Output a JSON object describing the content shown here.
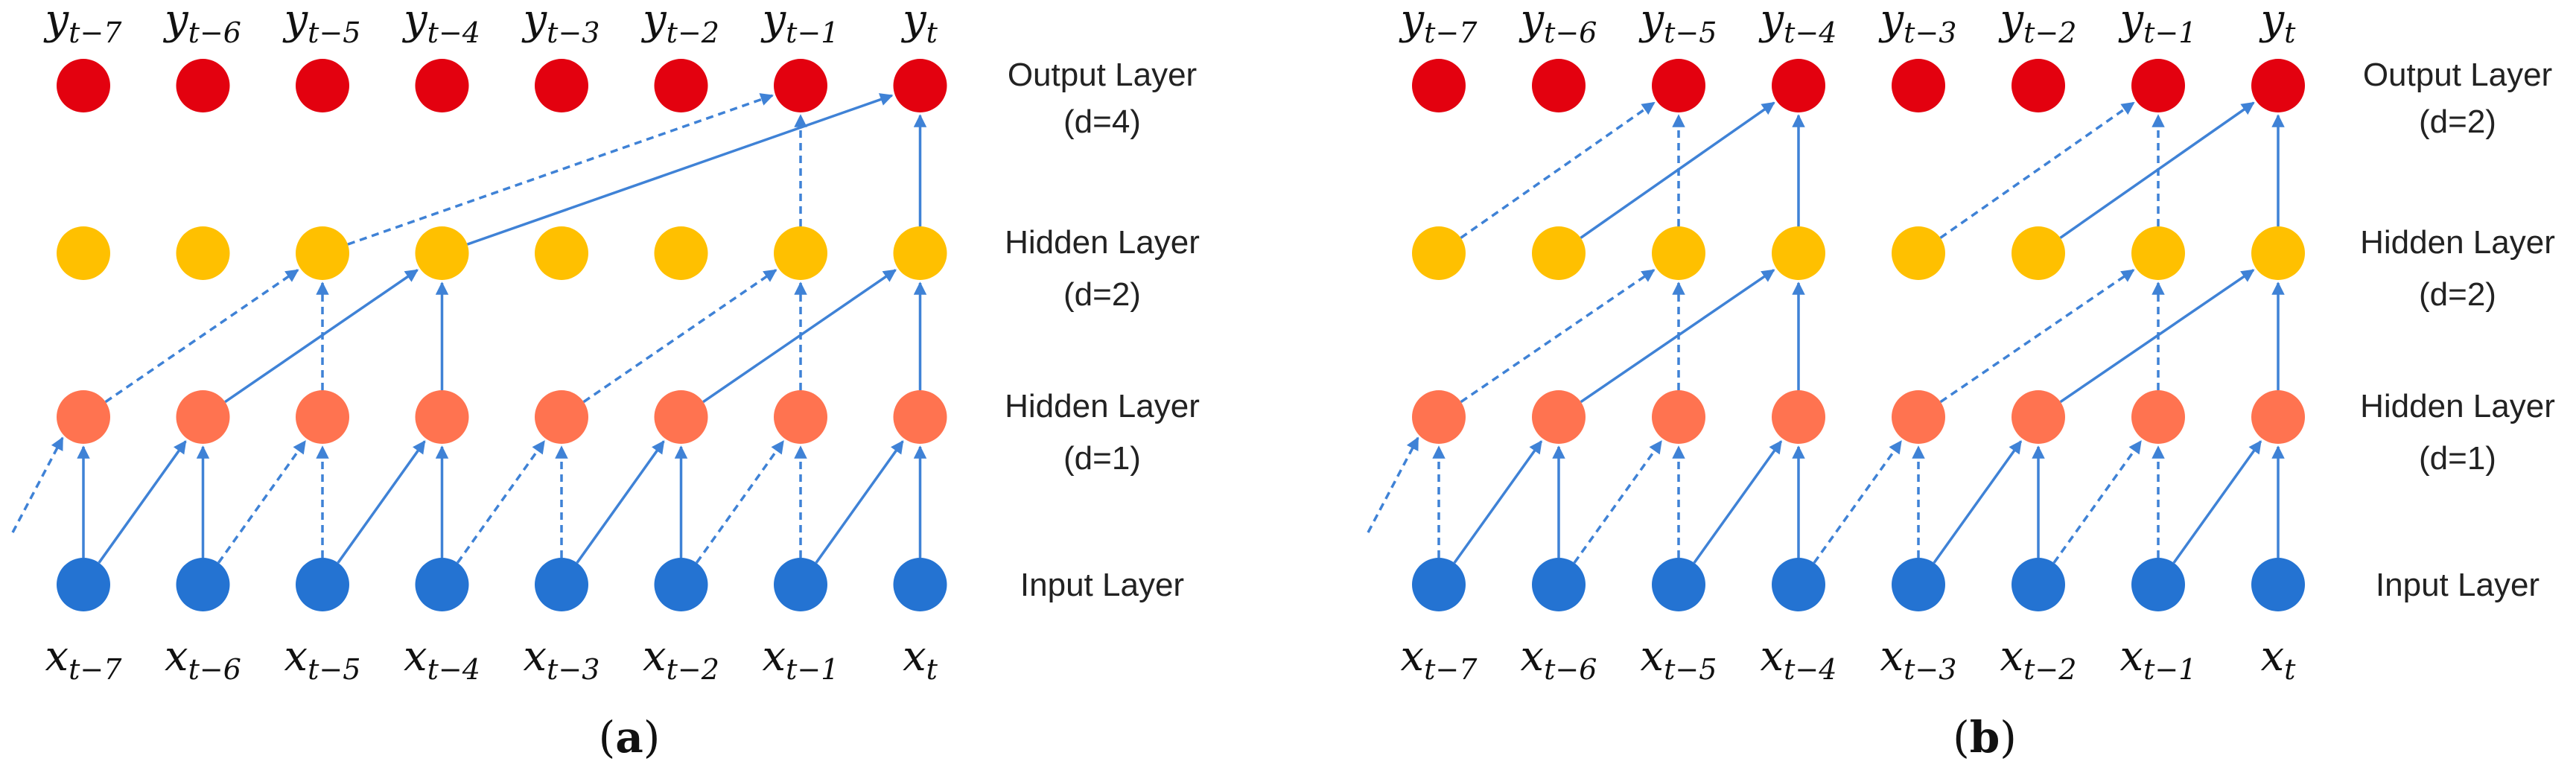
{
  "colors": {
    "output": "#e3010f",
    "hidden2": "#ffc000",
    "hidden1": "#ff7350",
    "input": "#2473d2",
    "edge": "#3f82d6"
  },
  "panels": [
    {
      "label_open": "(",
      "label_letter": "a",
      "label_close": ")",
      "output_labels": [
        {
          "base": "y",
          "sub": "t−7"
        },
        {
          "base": "y",
          "sub": "t−6"
        },
        {
          "base": "y",
          "sub": "t−5"
        },
        {
          "base": "y",
          "sub": "t−4"
        },
        {
          "base": "y",
          "sub": "t−3"
        },
        {
          "base": "y",
          "sub": "t−2"
        },
        {
          "base": "y",
          "sub": "t−1"
        },
        {
          "base": "y",
          "sub": "t"
        }
      ],
      "input_labels": [
        {
          "base": "x",
          "sub": "t−7"
        },
        {
          "base": "x",
          "sub": "t−6"
        },
        {
          "base": "x",
          "sub": "t−5"
        },
        {
          "base": "x",
          "sub": "t−4"
        },
        {
          "base": "x",
          "sub": "t−3"
        },
        {
          "base": "x",
          "sub": "t−2"
        },
        {
          "base": "x",
          "sub": "t−1"
        },
        {
          "base": "x",
          "sub": "t"
        }
      ],
      "layers": [
        {
          "name": "Output Layer",
          "dilation": "(d=4)"
        },
        {
          "name": "Hidden Layer",
          "dilation": "(d=2)"
        },
        {
          "name": "Hidden Layer",
          "dilation": "(d=1)"
        },
        {
          "name": "Input Layer",
          "dilation": ""
        }
      ],
      "edges": [
        {
          "from_layer": 0,
          "from": 0,
          "to_layer": 1,
          "to": 0,
          "style": "solid"
        },
        {
          "from_layer": 0,
          "from": 0,
          "to_layer": 1,
          "to": 1,
          "style": "solid"
        },
        {
          "from_layer": 0,
          "from": 1,
          "to_layer": 1,
          "to": 1,
          "style": "solid"
        },
        {
          "from_layer": 0,
          "from": 1,
          "to_layer": 1,
          "to": 2,
          "style": "dashed"
        },
        {
          "from_layer": 0,
          "from": 2,
          "to_layer": 1,
          "to": 2,
          "style": "dashed"
        },
        {
          "from_layer": 0,
          "from": 2,
          "to_layer": 1,
          "to": 3,
          "style": "solid"
        },
        {
          "from_layer": 0,
          "from": 3,
          "to_layer": 1,
          "to": 3,
          "style": "solid"
        },
        {
          "from_layer": 0,
          "from": 3,
          "to_layer": 1,
          "to": 4,
          "style": "dashed"
        },
        {
          "from_layer": 0,
          "from": 4,
          "to_layer": 1,
          "to": 4,
          "style": "dashed"
        },
        {
          "from_layer": 0,
          "from": 4,
          "to_layer": 1,
          "to": 5,
          "style": "solid"
        },
        {
          "from_layer": 0,
          "from": 5,
          "to_layer": 1,
          "to": 5,
          "style": "solid"
        },
        {
          "from_layer": 0,
          "from": 5,
          "to_layer": 1,
          "to": 6,
          "style": "dashed"
        },
        {
          "from_layer": 0,
          "from": 6,
          "to_layer": 1,
          "to": 6,
          "style": "dashed"
        },
        {
          "from_layer": 0,
          "from": 6,
          "to_layer": 1,
          "to": 7,
          "style": "solid"
        },
        {
          "from_layer": 0,
          "from": 7,
          "to_layer": 1,
          "to": 7,
          "style": "solid"
        },
        {
          "from_layer": 1,
          "from": 0,
          "to_layer": 2,
          "to": 2,
          "style": "dashed"
        },
        {
          "from_layer": 1,
          "from": 1,
          "to_layer": 2,
          "to": 3,
          "style": "solid"
        },
        {
          "from_layer": 1,
          "from": 2,
          "to_layer": 2,
          "to": 2,
          "style": "dashed"
        },
        {
          "from_layer": 1,
          "from": 3,
          "to_layer": 2,
          "to": 3,
          "style": "solid"
        },
        {
          "from_layer": 1,
          "from": 4,
          "to_layer": 2,
          "to": 6,
          "style": "dashed"
        },
        {
          "from_layer": 1,
          "from": 5,
          "to_layer": 2,
          "to": 7,
          "style": "solid"
        },
        {
          "from_layer": 1,
          "from": 6,
          "to_layer": 2,
          "to": 6,
          "style": "dashed"
        },
        {
          "from_layer": 1,
          "from": 7,
          "to_layer": 2,
          "to": 7,
          "style": "solid"
        },
        {
          "from_layer": 2,
          "from": 2,
          "to_layer": 3,
          "to": 6,
          "style": "dashed"
        },
        {
          "from_layer": 2,
          "from": 3,
          "to_layer": 3,
          "to": 7,
          "style": "solid"
        },
        {
          "from_layer": 2,
          "from": 6,
          "to_layer": 3,
          "to": 6,
          "style": "dashed"
        },
        {
          "from_layer": 2,
          "from": 7,
          "to_layer": 3,
          "to": 7,
          "style": "solid"
        }
      ]
    },
    {
      "label_open": "(",
      "label_letter": "b",
      "label_close": ")",
      "output_labels": [
        {
          "base": "y",
          "sub": "t−7"
        },
        {
          "base": "y",
          "sub": "t−6"
        },
        {
          "base": "y",
          "sub": "t−5"
        },
        {
          "base": "y",
          "sub": "t−4"
        },
        {
          "base": "y",
          "sub": "t−3"
        },
        {
          "base": "y",
          "sub": "t−2"
        },
        {
          "base": "y",
          "sub": "t−1"
        },
        {
          "base": "y",
          "sub": "t"
        }
      ],
      "input_labels": [
        {
          "base": "x",
          "sub": "t−7"
        },
        {
          "base": "x",
          "sub": "t−6"
        },
        {
          "base": "x",
          "sub": "t−5"
        },
        {
          "base": "x",
          "sub": "t−4"
        },
        {
          "base": "x",
          "sub": "t−3"
        },
        {
          "base": "x",
          "sub": "t−2"
        },
        {
          "base": "x",
          "sub": "t−1"
        },
        {
          "base": "x",
          "sub": "t"
        }
      ],
      "layers": [
        {
          "name": "Output Layer",
          "dilation": "(d=2)"
        },
        {
          "name": "Hidden Layer",
          "dilation": "(d=2)"
        },
        {
          "name": "Hidden Layer",
          "dilation": "(d=1)"
        },
        {
          "name": "Input Layer",
          "dilation": ""
        }
      ],
      "edges": [
        {
          "from_layer": 0,
          "from": 0,
          "to_layer": 1,
          "to": 0,
          "style": "dashed"
        },
        {
          "from_layer": 0,
          "from": 0,
          "to_layer": 1,
          "to": 1,
          "style": "solid"
        },
        {
          "from_layer": 0,
          "from": 1,
          "to_layer": 1,
          "to": 1,
          "style": "solid"
        },
        {
          "from_layer": 0,
          "from": 1,
          "to_layer": 1,
          "to": 2,
          "style": "dashed"
        },
        {
          "from_layer": 0,
          "from": 2,
          "to_layer": 1,
          "to": 2,
          "style": "dashed"
        },
        {
          "from_layer": 0,
          "from": 2,
          "to_layer": 1,
          "to": 3,
          "style": "solid"
        },
        {
          "from_layer": 0,
          "from": 3,
          "to_layer": 1,
          "to": 3,
          "style": "solid"
        },
        {
          "from_layer": 0,
          "from": 3,
          "to_layer": 1,
          "to": 4,
          "style": "dashed"
        },
        {
          "from_layer": 0,
          "from": 4,
          "to_layer": 1,
          "to": 4,
          "style": "dashed"
        },
        {
          "from_layer": 0,
          "from": 4,
          "to_layer": 1,
          "to": 5,
          "style": "solid"
        },
        {
          "from_layer": 0,
          "from": 5,
          "to_layer": 1,
          "to": 5,
          "style": "solid"
        },
        {
          "from_layer": 0,
          "from": 5,
          "to_layer": 1,
          "to": 6,
          "style": "dashed"
        },
        {
          "from_layer": 0,
          "from": 6,
          "to_layer": 1,
          "to": 6,
          "style": "dashed"
        },
        {
          "from_layer": 0,
          "from": 6,
          "to_layer": 1,
          "to": 7,
          "style": "solid"
        },
        {
          "from_layer": 0,
          "from": 7,
          "to_layer": 1,
          "to": 7,
          "style": "solid"
        },
        {
          "from_layer": 1,
          "from": 0,
          "to_layer": 2,
          "to": 2,
          "style": "dashed"
        },
        {
          "from_layer": 1,
          "from": 1,
          "to_layer": 2,
          "to": 3,
          "style": "solid"
        },
        {
          "from_layer": 1,
          "from": 2,
          "to_layer": 2,
          "to": 2,
          "style": "dashed"
        },
        {
          "from_layer": 1,
          "from": 3,
          "to_layer": 2,
          "to": 3,
          "style": "solid"
        },
        {
          "from_layer": 1,
          "from": 4,
          "to_layer": 2,
          "to": 6,
          "style": "dashed"
        },
        {
          "from_layer": 1,
          "from": 5,
          "to_layer": 2,
          "to": 7,
          "style": "solid"
        },
        {
          "from_layer": 1,
          "from": 6,
          "to_layer": 2,
          "to": 6,
          "style": "dashed"
        },
        {
          "from_layer": 1,
          "from": 7,
          "to_layer": 2,
          "to": 7,
          "style": "solid"
        },
        {
          "from_layer": 2,
          "from": 0,
          "to_layer": 3,
          "to": 2,
          "style": "dashed"
        },
        {
          "from_layer": 2,
          "from": 1,
          "to_layer": 3,
          "to": 3,
          "style": "solid"
        },
        {
          "from_layer": 2,
          "from": 2,
          "to_layer": 3,
          "to": 2,
          "style": "dashed"
        },
        {
          "from_layer": 2,
          "from": 3,
          "to_layer": 3,
          "to": 3,
          "style": "solid"
        },
        {
          "from_layer": 2,
          "from": 4,
          "to_layer": 3,
          "to": 6,
          "style": "dashed"
        },
        {
          "from_layer": 2,
          "from": 5,
          "to_layer": 3,
          "to": 7,
          "style": "solid"
        },
        {
          "from_layer": 2,
          "from": 6,
          "to_layer": 3,
          "to": 6,
          "style": "dashed"
        },
        {
          "from_layer": 2,
          "from": 7,
          "to_layer": 3,
          "to": 7,
          "style": "solid"
        }
      ]
    }
  ]
}
